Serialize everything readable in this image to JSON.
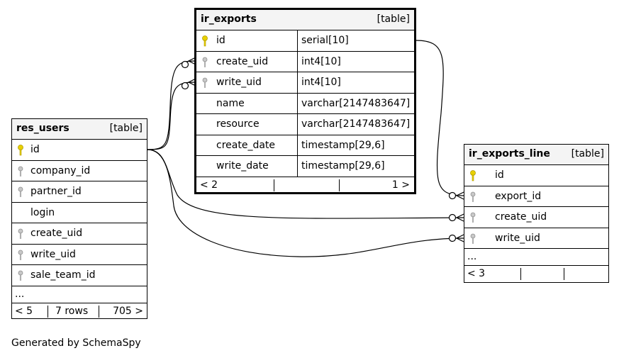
{
  "tables": {
    "ir_exports": {
      "name": "ir_exports",
      "type": "[table]",
      "columns": [
        {
          "name": "id",
          "type": "serial[10]",
          "key": "primary"
        },
        {
          "name": "create_uid",
          "type": "int4[10]",
          "key": "foreign"
        },
        {
          "name": "write_uid",
          "type": "int4[10]",
          "key": "foreign"
        },
        {
          "name": "name",
          "type": "varchar[2147483647]",
          "key": "none"
        },
        {
          "name": "resource",
          "type": "varchar[2147483647]",
          "key": "none"
        },
        {
          "name": "create_date",
          "type": "timestamp[29,6]",
          "key": "none"
        },
        {
          "name": "write_date",
          "type": "timestamp[29,6]",
          "key": "none"
        }
      ],
      "footer": {
        "left": "< 2",
        "middle": "",
        "right": "1 >"
      }
    },
    "res_users": {
      "name": "res_users",
      "type": "[table]",
      "columns": [
        {
          "name": "id",
          "key": "primary"
        },
        {
          "name": "company_id",
          "key": "foreign"
        },
        {
          "name": "partner_id",
          "key": "foreign"
        },
        {
          "name": "login",
          "key": "none"
        },
        {
          "name": "create_uid",
          "key": "foreign"
        },
        {
          "name": "write_uid",
          "key": "foreign"
        },
        {
          "name": "sale_team_id",
          "key": "foreign"
        }
      ],
      "ellipsis": "...",
      "footer": {
        "left": "< 5",
        "middle": "7 rows",
        "right": "705 >"
      }
    },
    "ir_exports_line": {
      "name": "ir_exports_line",
      "type": "[table]",
      "columns": [
        {
          "name": "id",
          "key": "primary"
        },
        {
          "name": "export_id",
          "key": "foreign"
        },
        {
          "name": "create_uid",
          "key": "foreign"
        },
        {
          "name": "write_uid",
          "key": "foreign"
        }
      ],
      "ellipsis": "...",
      "footer": {
        "left": "< 3",
        "middle": "",
        "right": ""
      }
    }
  },
  "colors": {
    "primary_key": "#e8d000",
    "foreign_key": "#a8a8a8",
    "header_bg": "#f4f4f4"
  },
  "footer_text": "Generated by SchemaSpy"
}
